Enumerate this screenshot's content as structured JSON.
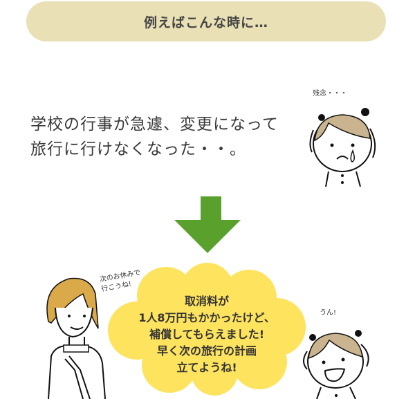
{
  "banner": {
    "title": "例えばこんな時に…"
  },
  "scene1": {
    "line1": "学校の行事が急遽、変更になって",
    "line2": "旅行に行けなくなった・・。",
    "girl_speech": "残念・・・"
  },
  "scene2": {
    "mother_speech_line1": "次のお休みで",
    "mother_speech_line2": "行こうね!",
    "girl_speech": "うん!",
    "cloud_lines": [
      "取消料が",
      "1人8万円もかかったけど、",
      "補償してもらえました!",
      "早く次の旅行の計画",
      "立てようね!"
    ]
  },
  "colors": {
    "banner": "#e9e0b5",
    "arrow": "#5aa02c",
    "cloud": "#fde35e",
    "hair_girl": "#c9b48f",
    "hair_mother": "#d9a94a"
  }
}
